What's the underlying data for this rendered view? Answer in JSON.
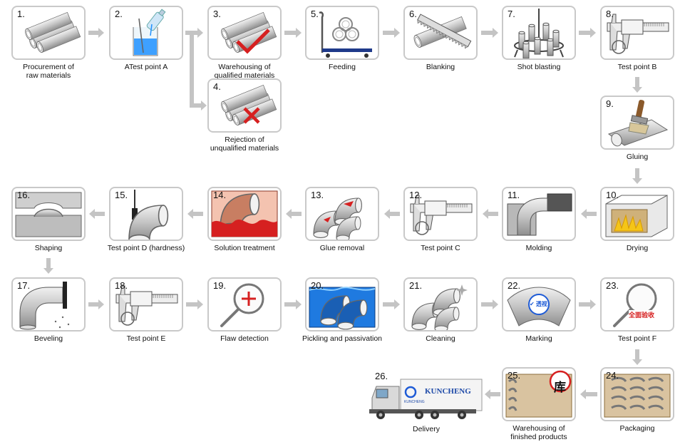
{
  "steps": [
    {
      "n": "1.",
      "lines": [
        "Procurement of",
        "raw materials"
      ],
      "icon": "pipes-icon"
    },
    {
      "n": "2.",
      "lines": [
        "ATest point A"
      ],
      "icon": "beaker-icon"
    },
    {
      "n": "3.",
      "lines": [
        "Warehousing of",
        "qualified materials"
      ],
      "icon": "pipes-check-icon"
    },
    {
      "n": "4.",
      "lines": [
        "Rejection of",
        "unqualified materials"
      ],
      "icon": "pipes-cross-icon"
    },
    {
      "n": "5.",
      "lines": [
        "Feeding"
      ],
      "icon": "hand-truck-icon"
    },
    {
      "n": "6.",
      "lines": [
        "Blanking"
      ],
      "icon": "saw-icon"
    },
    {
      "n": "7.",
      "lines": [
        "Shot blasting"
      ],
      "icon": "blasting-rack-icon"
    },
    {
      "n": "8.",
      "lines": [
        "Test point B"
      ],
      "icon": "caliper-icon"
    },
    {
      "n": "9.",
      "lines": [
        "Gluing"
      ],
      "icon": "brush-icon"
    },
    {
      "n": "10.",
      "lines": [
        "Drying"
      ],
      "icon": "oven-icon"
    },
    {
      "n": "11.",
      "lines": [
        "Molding"
      ],
      "icon": "mold-icon"
    },
    {
      "n": "12.",
      "lines": [
        "Test point C"
      ],
      "icon": "caliper-icon"
    },
    {
      "n": "13.",
      "lines": [
        "Glue removal"
      ],
      "icon": "elbows-red-icon"
    },
    {
      "n": "14.",
      "lines": [
        "Solution treatment"
      ],
      "icon": "furnace-icon"
    },
    {
      "n": "15.",
      "lines": [
        "Test point D (hardness)"
      ],
      "icon": "hardness-tester-icon"
    },
    {
      "n": "16.",
      "lines": [
        "Shaping"
      ],
      "icon": "press-die-icon"
    },
    {
      "n": "17.",
      "lines": [
        "Beveling"
      ],
      "icon": "elbow-flange-icon"
    },
    {
      "n": "18.",
      "lines": [
        "Test point E"
      ],
      "icon": "caliper-icon"
    },
    {
      "n": "19.",
      "lines": [
        "Flaw detection"
      ],
      "icon": "magnifier-plus-icon"
    },
    {
      "n": "20.",
      "lines": [
        "Pickling and passivation"
      ],
      "icon": "tank-icon"
    },
    {
      "n": "21.",
      "lines": [
        "Cleaning"
      ],
      "icon": "elbows-clean-icon"
    },
    {
      "n": "22.",
      "lines": [
        "Marking"
      ],
      "icon": "marking-icon"
    },
    {
      "n": "23.",
      "lines": [
        "Test point F"
      ],
      "icon": "magnifier-stamp-icon"
    },
    {
      "n": "24.",
      "lines": [
        "Packaging"
      ],
      "icon": "crate-icon"
    },
    {
      "n": "25.",
      "lines": [
        "Warehousing of",
        "finished products"
      ],
      "icon": "warehouse-icon"
    },
    {
      "n": "26.",
      "lines": [
        "Delivery"
      ],
      "icon": "truck-icon"
    }
  ],
  "badges": {
    "stamp_text": "全面验收",
    "mark_text": "✔ 透视",
    "warehouse_char": "库",
    "truck_brand": "KUNCHENG",
    "truck_brand_small": "KUNCHENG"
  },
  "colors": {
    "border": "#c9c9c9",
    "arrow": "#c4c4c4",
    "steel": "#a9a9a9",
    "red": "#d62020",
    "blue": "#1e90ff"
  }
}
